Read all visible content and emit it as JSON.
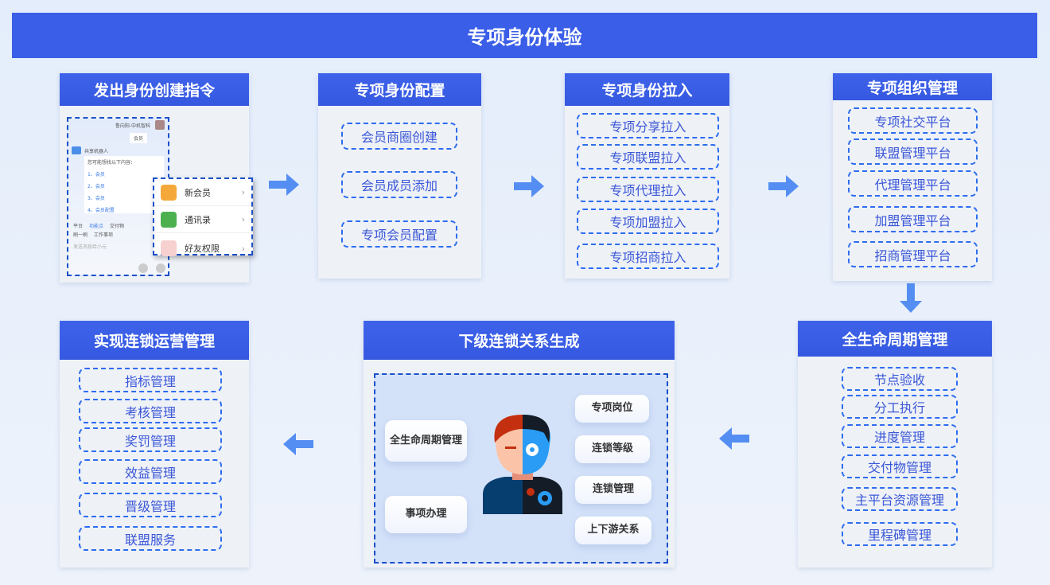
{
  "title": "专项身份体验",
  "panels": {
    "p1": {
      "title": "发出身份创建指令",
      "phone": {
        "user": "鲁向阳-中机智科",
        "chip": "会员",
        "bot": "共享机器人",
        "prompt": "您可能想找以下内容：",
        "options": [
          "1、会员",
          "2、会员",
          "3、会员",
          "4、会员配置"
        ],
        "tabs": [
          "平台",
          "功能点",
          "交付物",
          "刷一刷",
          "工作事项"
        ],
        "input_placeholder": "发送消息给小元"
      },
      "menu": [
        {
          "label": "新会员",
          "icon": "diamond-icon",
          "color": "#f5a83a"
        },
        {
          "label": "通讯录",
          "icon": "contacts-icon",
          "color": "#4cb04f"
        },
        {
          "label": "好友权限",
          "icon": "user-permission-icon",
          "color": "#e85a5a"
        }
      ]
    },
    "p2": {
      "title": "专项身份配置",
      "items": [
        "会员商圈创建",
        "会员成员添加",
        "专项会员配置"
      ]
    },
    "p3": {
      "title": "专项身份拉入",
      "items": [
        "专项分享拉入",
        "专项联盟拉入",
        "专项代理拉入",
        "专项加盟拉入",
        "专项招商拉入"
      ]
    },
    "p4": {
      "title": "专项组织管理",
      "items": [
        "专项社交平台",
        "联盟管理平台",
        "代理管理平台",
        "加盟管理平台",
        "招商管理平台"
      ]
    },
    "p5": {
      "title": "全生命周期管理",
      "items": [
        "节点验收",
        "分工执行",
        "进度管理",
        "交付物管理",
        "主平台资源管理",
        "里程碑管理"
      ]
    },
    "p6": {
      "title": "下级连锁关系生成",
      "left": [
        "全生命周期管理",
        "事项办理"
      ],
      "right": [
        "专项岗位",
        "连锁等级",
        "连锁管理",
        "上下游关系"
      ]
    },
    "p7": {
      "title": "实现连锁运营管理",
      "items": [
        "指标管理",
        "考核管理",
        "奖罚管理",
        "效益管理",
        "晋级管理",
        "联盟服务"
      ]
    }
  },
  "colors": {
    "primary": "#3a5ee8",
    "dash": "#2d6cf0"
  }
}
